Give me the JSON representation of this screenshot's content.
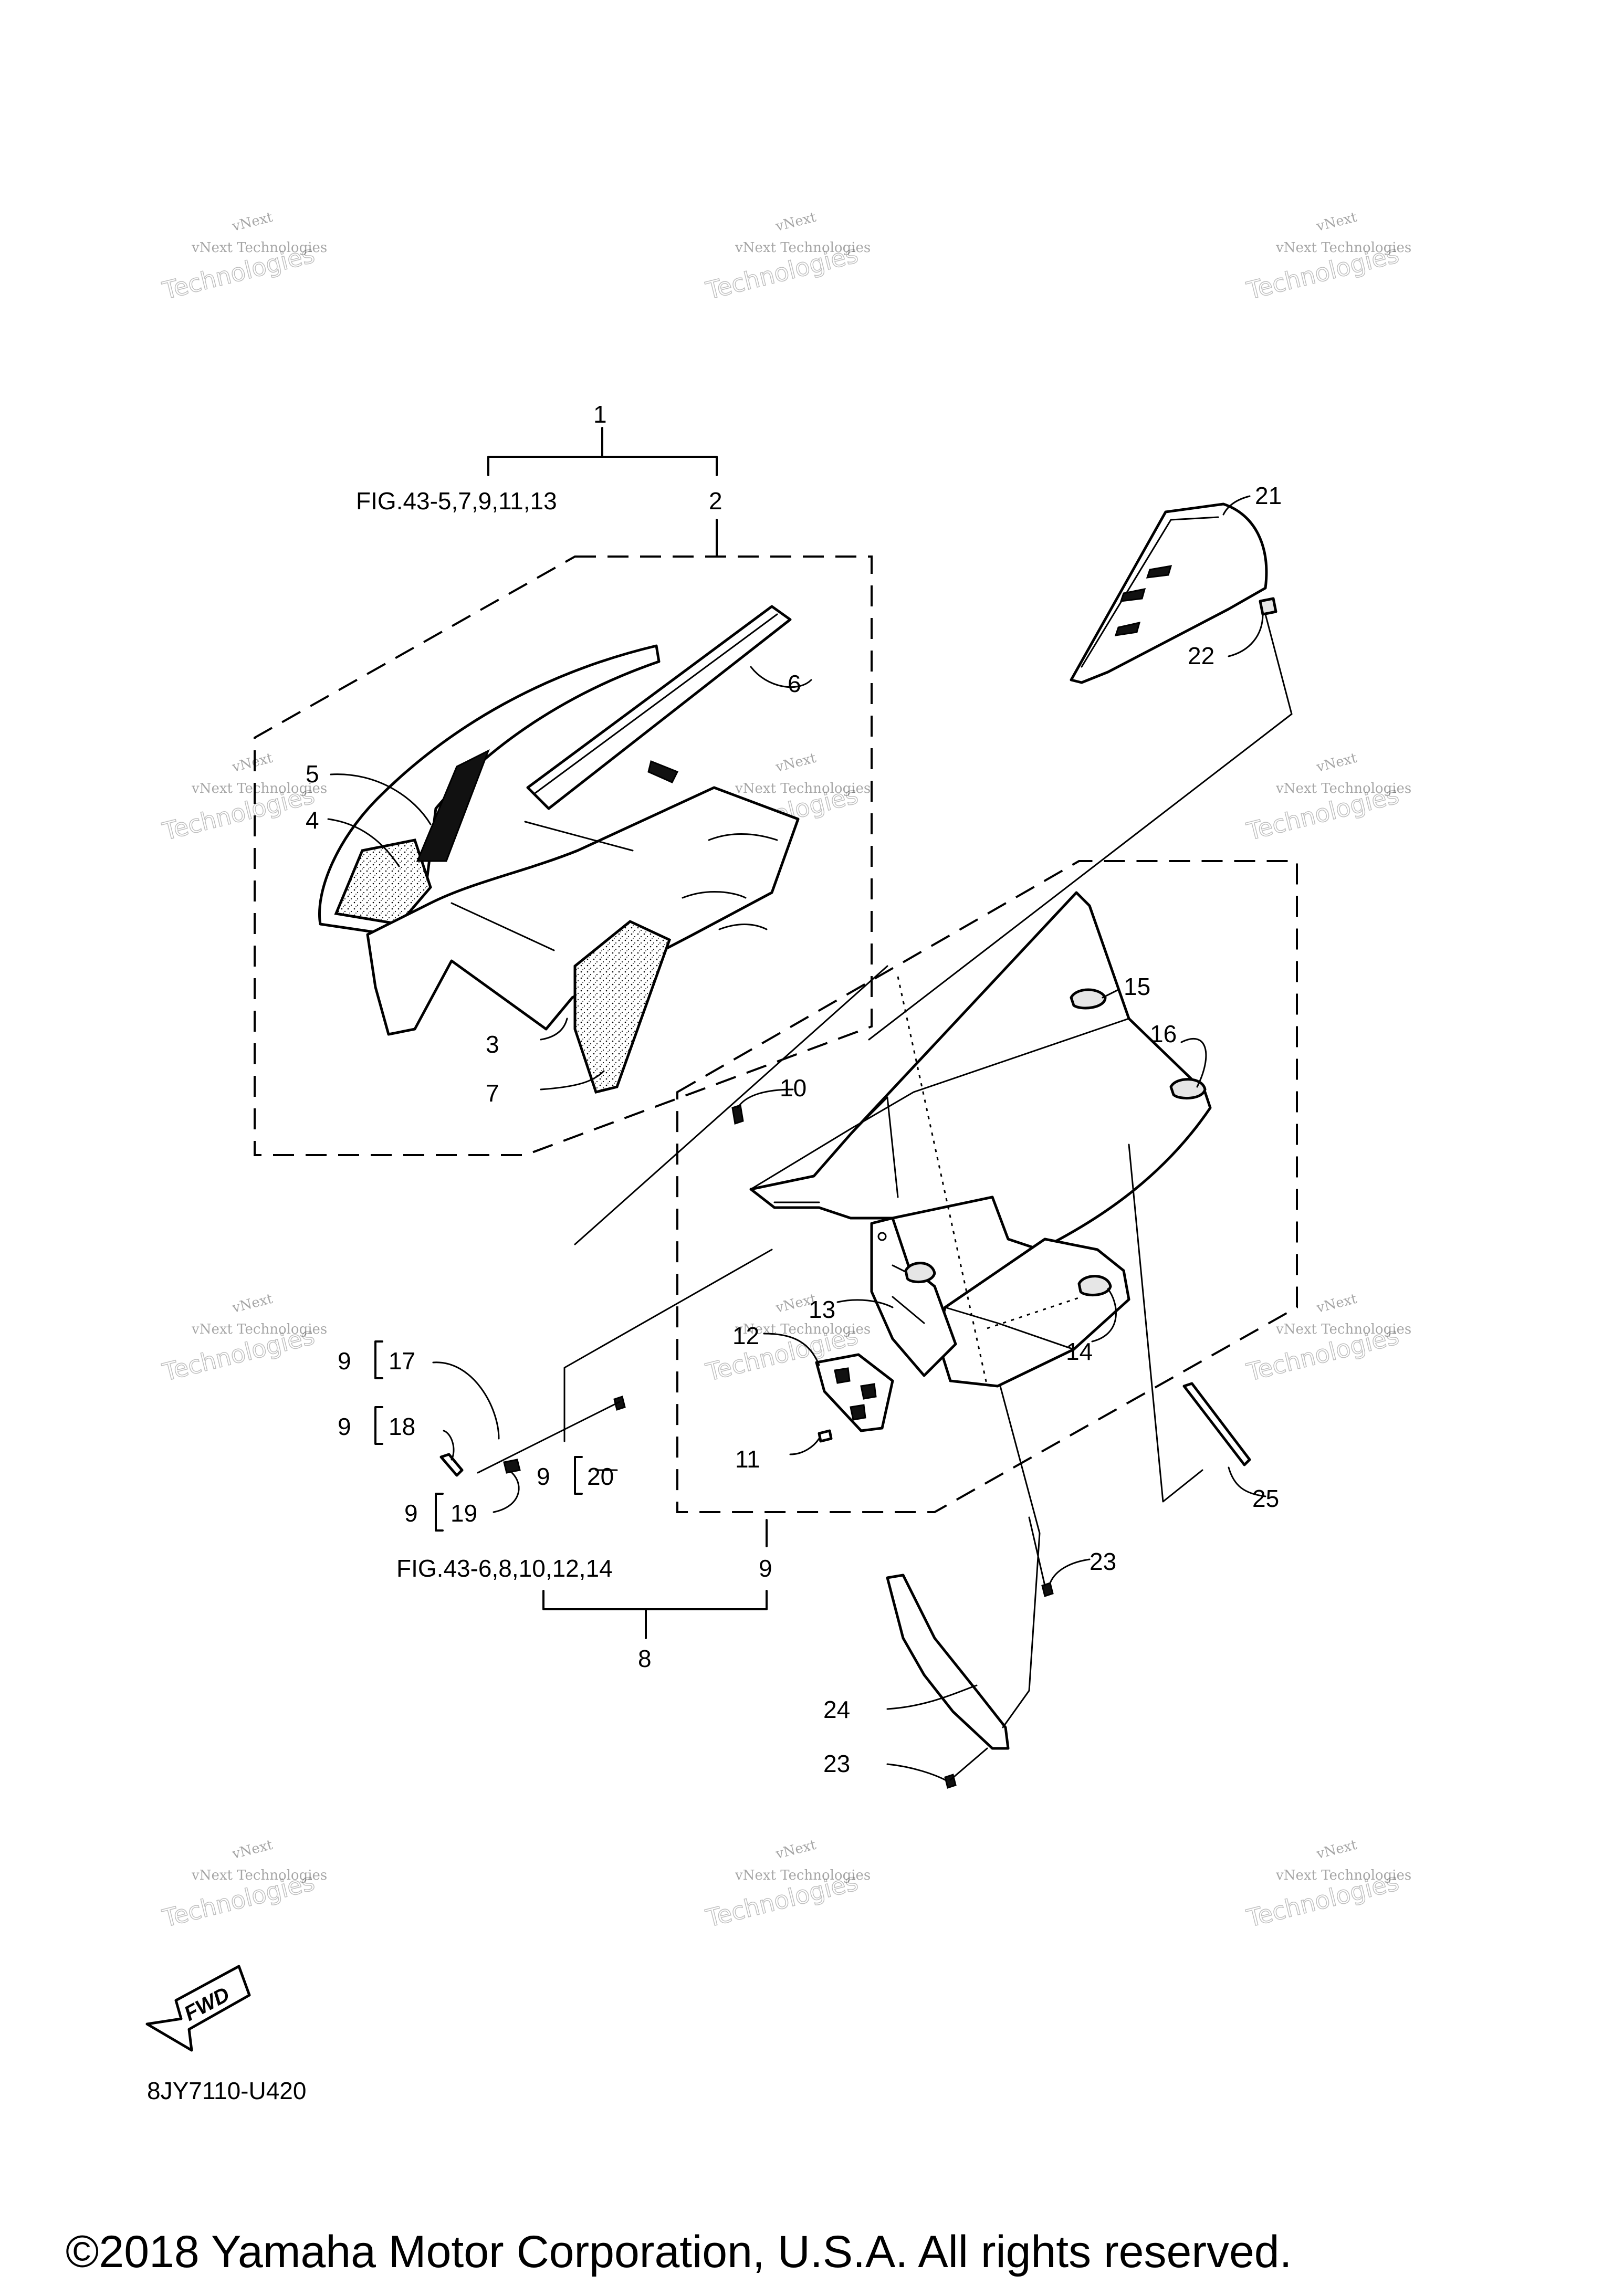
{
  "watermark": {
    "line1": "vNext",
    "line2": "vNext Technologies",
    "line3": "Technologies"
  },
  "figure_refs": {
    "upper": "FIG.43-5,7,9,11,13",
    "lower": "FIG.43-6,8,10,12,14"
  },
  "part_labels": {
    "p1": "1",
    "p2": "2",
    "p3": "3",
    "p4": "4",
    "p5": "5",
    "p6": "6",
    "p7": "7",
    "p8": "8",
    "p9": "9",
    "p10": "10",
    "p11": "11",
    "p12": "12",
    "p13": "13",
    "p14": "14",
    "p15": "15",
    "p16": "16",
    "p17": "17",
    "p18": "18",
    "p19": "19",
    "p20": "20",
    "p21": "21",
    "p22": "22",
    "p23": "23",
    "p24": "24",
    "p25": "25"
  },
  "fwd_arrow": {
    "label": "FWD"
  },
  "diagram_code": "8JY7110-U420",
  "copyright": "©2018 Yamaha Motor Corporation, U.S.A. All rights reserved."
}
